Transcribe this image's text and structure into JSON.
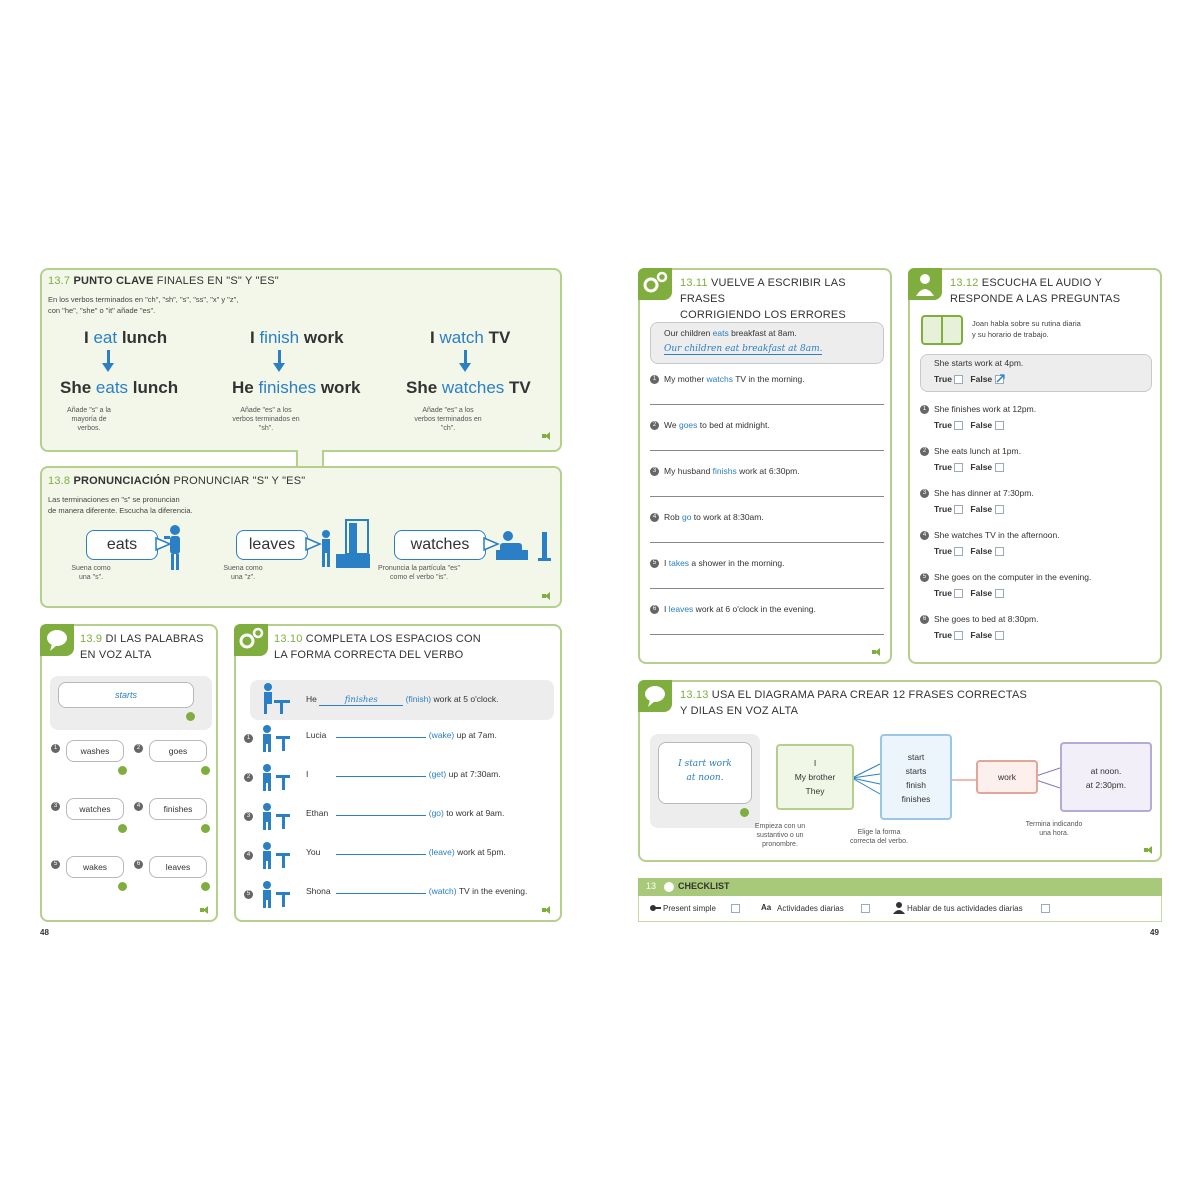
{
  "left_page": {
    "page_number": "48",
    "s137": {
      "num": "13.7",
      "title_bold": "PUNTO CLAVE",
      "title_rest": "FINALES EN \"S\" Y \"ES\"",
      "intro_1": "En los verbos terminados en \"ch\", \"sh\", \"s\", \"ss\", \"x\" y \"z\",",
      "intro_2": "con \"he\", \"she\" o \"it\" añade \"es\".",
      "pairs": [
        {
          "top_a": "I ",
          "top_v": "eat",
          "top_b": " lunch",
          "bot_a": "She ",
          "bot_v": "eats",
          "bot_b": " lunch",
          "note": "Añade \"s\" a la mayoría de verbos."
        },
        {
          "top_a": "I ",
          "top_v": "finish",
          "top_b": " work",
          "bot_a": "He ",
          "bot_v": "finishes",
          "bot_b": " work",
          "note": "Añade \"es\" a los verbos terminados en \"sh\"."
        },
        {
          "top_a": "I ",
          "top_v": "watch",
          "top_b": " TV",
          "bot_a": "She ",
          "bot_v": "watches",
          "bot_b": " TV",
          "note": "Añade \"es\" a los verbos terminados en \"ch\"."
        }
      ]
    },
    "s138": {
      "num": "13.8",
      "title_bold": "PRONUNCIACIÓN",
      "title_rest": "PRONUNCIAR \"S\" Y \"ES\"",
      "intro_1": "Las terminaciones en \"s\" se pronuncian",
      "intro_2": "de manera diferente. Escucha la diferencia.",
      "words": [
        {
          "word": "eats",
          "note": "Suena como una \"s\"."
        },
        {
          "word": "leaves",
          "note": "Suena como una \"z\"."
        },
        {
          "word": "watches",
          "note": "Pronuncia la partícula \"es\" como el verbo \"is\"."
        }
      ]
    },
    "s139": {
      "num": "13.9",
      "title_1": "DI LAS PALABRAS",
      "title_2": "EN VOZ ALTA",
      "example": "starts",
      "items": [
        "washes",
        "goes",
        "watches",
        "finishes",
        "wakes",
        "leaves"
      ]
    },
    "s1310": {
      "num": "13.10",
      "title_1": "COMPLETA LOS ESPACIOS CON",
      "title_2": "LA FORMA CORRECTA DEL VERBO",
      "example": {
        "subject": "He",
        "answer": "finishes",
        "verb": "(finish)",
        "rest": "work at 5 o'clock."
      },
      "items": [
        {
          "subject": "Lucia",
          "verb": "(wake)",
          "rest": "up at 7am."
        },
        {
          "subject": "I",
          "verb": "(get)",
          "rest": "up at 7:30am."
        },
        {
          "subject": "Ethan",
          "verb": "(go)",
          "rest": "to work at 9am."
        },
        {
          "subject": "You",
          "verb": "(leave)",
          "rest": "work at 5pm."
        },
        {
          "subject": "Shona",
          "verb": "(watch)",
          "rest": "TV in the evening."
        }
      ]
    }
  },
  "right_page": {
    "page_number": "49",
    "s1311": {
      "num": "13.11",
      "title_1": "VUELVE A ESCRIBIR LAS FRASES",
      "title_2": "CORRIGIENDO LOS ERRORES",
      "example_wrong_a": "Our children ",
      "example_wrong_v": "eats",
      "example_wrong_b": " breakfast at 8am.",
      "example_right": "Our children eat breakfast at 8am.",
      "items": [
        {
          "a": "My mother ",
          "v": "watchs",
          "b": " TV in the morning."
        },
        {
          "a": "We ",
          "v": "goes",
          "b": " to bed at midnight."
        },
        {
          "a": "My husband ",
          "v": "finishs",
          "b": " work at 6:30pm."
        },
        {
          "a": "Rob ",
          "v": "go",
          "b": " to work at 8:30am."
        },
        {
          "a": "I ",
          "v": "takes",
          "b": " a shower in the morning."
        },
        {
          "a": "I ",
          "v": "leaves",
          "b": " work at 6 o'clock in the evening."
        }
      ]
    },
    "s1312": {
      "num": "13.12",
      "title_1": "ESCUCHA EL AUDIO Y",
      "title_2": "RESPONDE A LAS PREGUNTAS",
      "intro_1": "Joan habla sobre su rutina diaria",
      "intro_2": "y su horario de trabajo.",
      "true_label": "True",
      "false_label": "False",
      "example": "She starts work at 4pm.",
      "items": [
        "She finishes work at 12pm.",
        "She eats lunch at 1pm.",
        "She has dinner at 7:30pm.",
        "She watches TV in the afternoon.",
        "She goes on the computer in the evening.",
        "She goes to bed at 8:30pm."
      ]
    },
    "s1313": {
      "num": "13.13",
      "title_1": "USA EL DIAGRAMA PARA CREAR 12 FRASES CORRECTAS",
      "title_2": "Y DILAS EN VOZ ALTA",
      "example_1": "I start work",
      "example_2": "at noon.",
      "subjects": [
        "I",
        "My brother",
        "They"
      ],
      "verbs": [
        "start",
        "starts",
        "finish",
        "finishes"
      ],
      "object": "work",
      "times": [
        "at noon.",
        "at 2:30pm."
      ],
      "note_1": "Empieza con un sustantivo o un pronombre.",
      "note_2": "Elige la forma correcta del verbo.",
      "note_3": "Termina indicando una hora."
    },
    "checklist": {
      "num": "13",
      "title": "CHECKLIST",
      "items": [
        "Present simple",
        "Actividades diarias",
        "Hablar de tus actividades diarias"
      ],
      "aa": "Aa"
    }
  }
}
